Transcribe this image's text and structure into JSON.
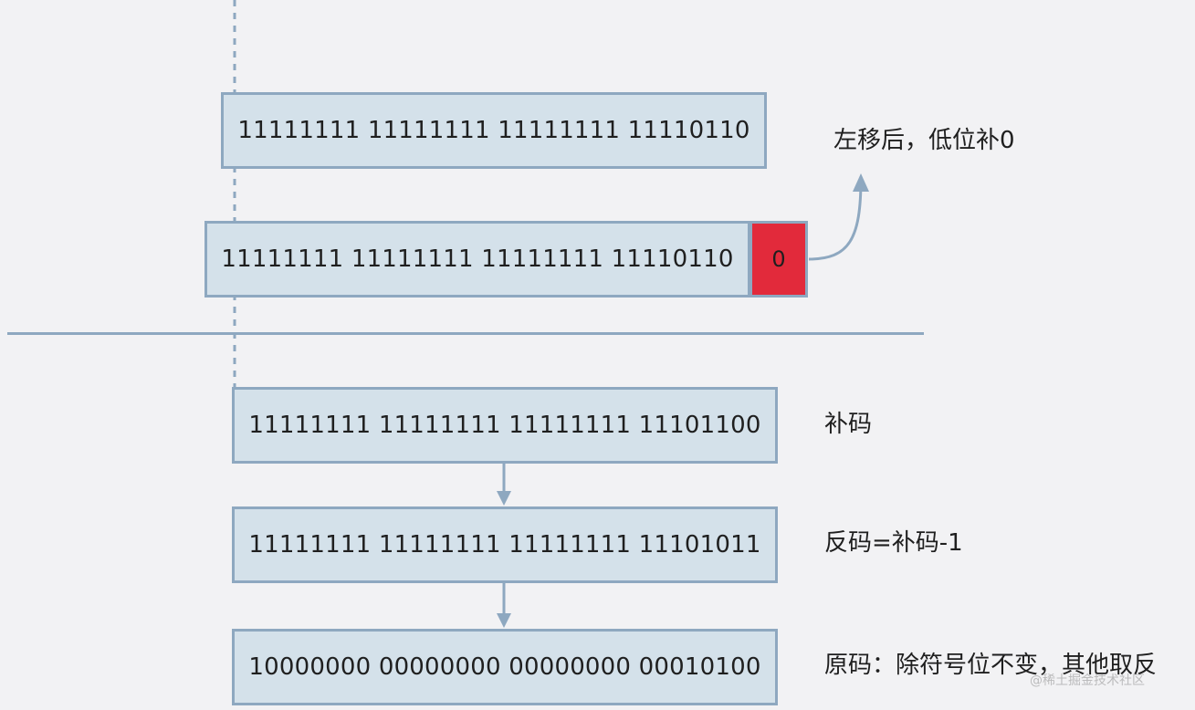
{
  "diagram": {
    "box1": "11111111 11111111 11111111 11110110",
    "box2": "11111111 11111111 11111111 11110110",
    "appended_bit": "0",
    "annotation_shift": "左移后，低位补0",
    "box3": "11111111 11111111 11111111 11101100",
    "label3": "补码",
    "box4": "11111111 11111111 11111111 11101011",
    "label4": "反码=补码-1",
    "box5": "10000000 00000000 00000000 00010100",
    "label5": "原码：除符号位不变，其他取反",
    "watermark": "@稀土掘金技术社区"
  },
  "colors": {
    "background": "#f2f2f4",
    "box_fill": "#d4e1ea",
    "box_border": "#8ea8c0",
    "appended_bit_fill": "#e22a3b",
    "arrow": "#8ea8c0"
  }
}
